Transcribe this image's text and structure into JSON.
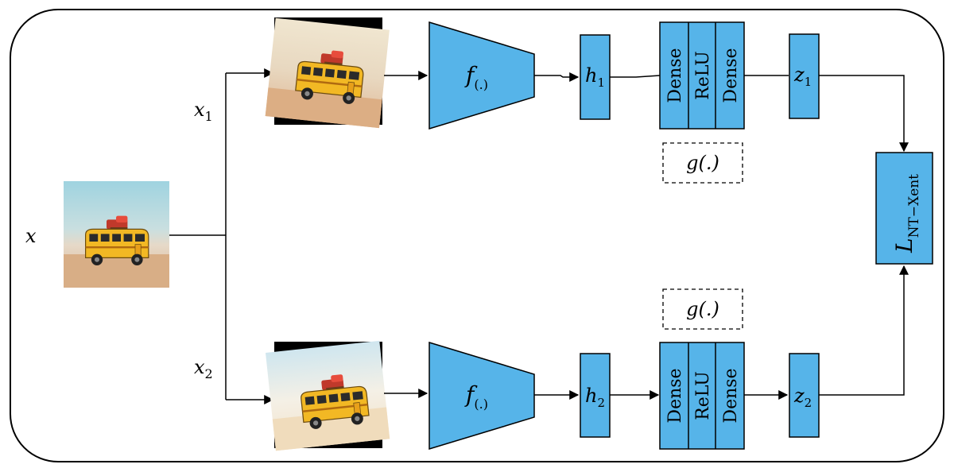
{
  "colors": {
    "block_fill": "#56B4E9",
    "stroke": "#000000",
    "background": "#ffffff"
  },
  "input": {
    "label": "x",
    "image_icon": "toy-bus-photo"
  },
  "branch_top": {
    "view_label": "x",
    "view_sub": "1",
    "encoder_label": "f",
    "encoder_sub": "(.)",
    "h_label": "h",
    "h_sub": "1",
    "head_layers": [
      "Dense",
      "ReLU",
      "Dense"
    ],
    "z_label": "z",
    "z_sub": "1",
    "g_label": "g(.)"
  },
  "branch_bottom": {
    "view_label": "x",
    "view_sub": "2",
    "encoder_label": "f",
    "encoder_sub": "(.)",
    "h_label": "h",
    "h_sub": "2",
    "head_layers": [
      "Dense",
      "ReLU",
      "Dense"
    ],
    "z_label": "z",
    "z_sub": "2",
    "g_label": "g(.)"
  },
  "loss": {
    "label": "L",
    "sub": "NT−Xent"
  }
}
